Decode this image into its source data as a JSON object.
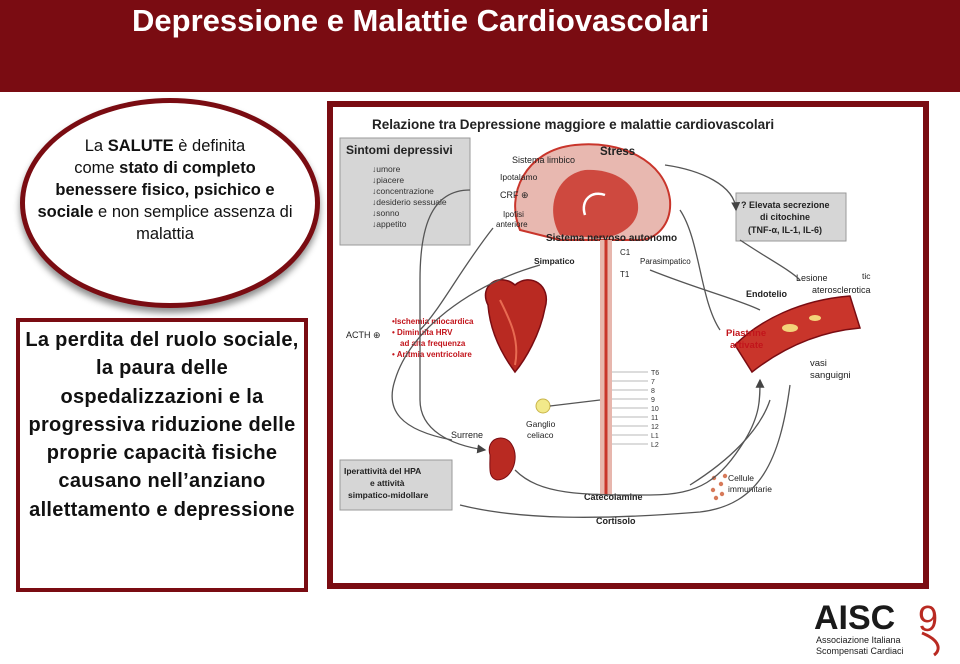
{
  "title": "Depressione e Malattie Cardiovascolari",
  "definition": {
    "p1": "La ",
    "salute": "SALUTE",
    "p2": " è definita",
    "p3": "come ",
    "b1": "stato di completo benessere fisico, psichico e sociale",
    "p4": " e non semplice assenza di malattia"
  },
  "box_text": "La perdita del ruolo sociale, la paura delle ospedalizzazioni e la progressiva riduzione delle proprie capacità fisiche causano nell’anziano allettamento e depressione",
  "diagram": {
    "title": "Relazione tra Depressione maggiore e malattie cardiovascolari",
    "sintomi_title": "Sintomi depressivi",
    "sintomi": [
      "↓umore",
      "↓piacere",
      "↓concentrazione",
      "↓desiderio sessuale",
      "↓sonno",
      "↓appetito"
    ],
    "stress": "Stress",
    "sistema_limbico": "Sistema limbico",
    "ipotalamo": "Ipotalamo",
    "crf": "CRF ⊕",
    "ipofisi": "Ipofisi",
    "anteriore": "anteriore",
    "sna": "Sistema nervoso autonomo",
    "simpatico": "Simpatico",
    "parasimpatico": "Parasimpatico",
    "c1": "C1",
    "t1": "T1",
    "citochine": [
      "? Elevata secrezione",
      "di citochine",
      "(TNF-α, IL-1, IL-6)"
    ],
    "tic": "tic",
    "lesione": [
      "Lesione",
      "aterosclerotica"
    ],
    "endotelio": "Endotelio",
    "acth": "ACTH ⊕",
    "cardiac": [
      "•Ischemia miocardica",
      "• Diminuita HRV",
      "ad alta frequenza",
      "• Aritmia ventricolare"
    ],
    "piastrine": [
      "Piastrine",
      "attivate"
    ],
    "vasi": [
      "vasi",
      "sanguigni"
    ],
    "spinal": [
      "T6",
      "7",
      "8",
      "9",
      "10",
      "11",
      "12",
      "L1",
      "L2"
    ],
    "ganglio": [
      "Ganglio",
      "celiaco"
    ],
    "surrene": "Surrene",
    "hpa": [
      "Iperattività del HPA",
      "e attività",
      "simpatico-midollare"
    ],
    "cellule": [
      "Cellule",
      "immunitarie"
    ],
    "catecolamine": "Catecolamine",
    "cortisolo": "Cortisolo"
  },
  "logo": {
    "name": "AISC",
    "number": "9",
    "line1": "Associazione Italiana",
    "line2": "Scompensati Cardiaci"
  },
  "colors": {
    "accent": "#7a0c12",
    "brain": "#c9352b",
    "heart": "#b92a22",
    "cardiac_text": "#c2141b",
    "logo_text": "#1a1a1a"
  }
}
